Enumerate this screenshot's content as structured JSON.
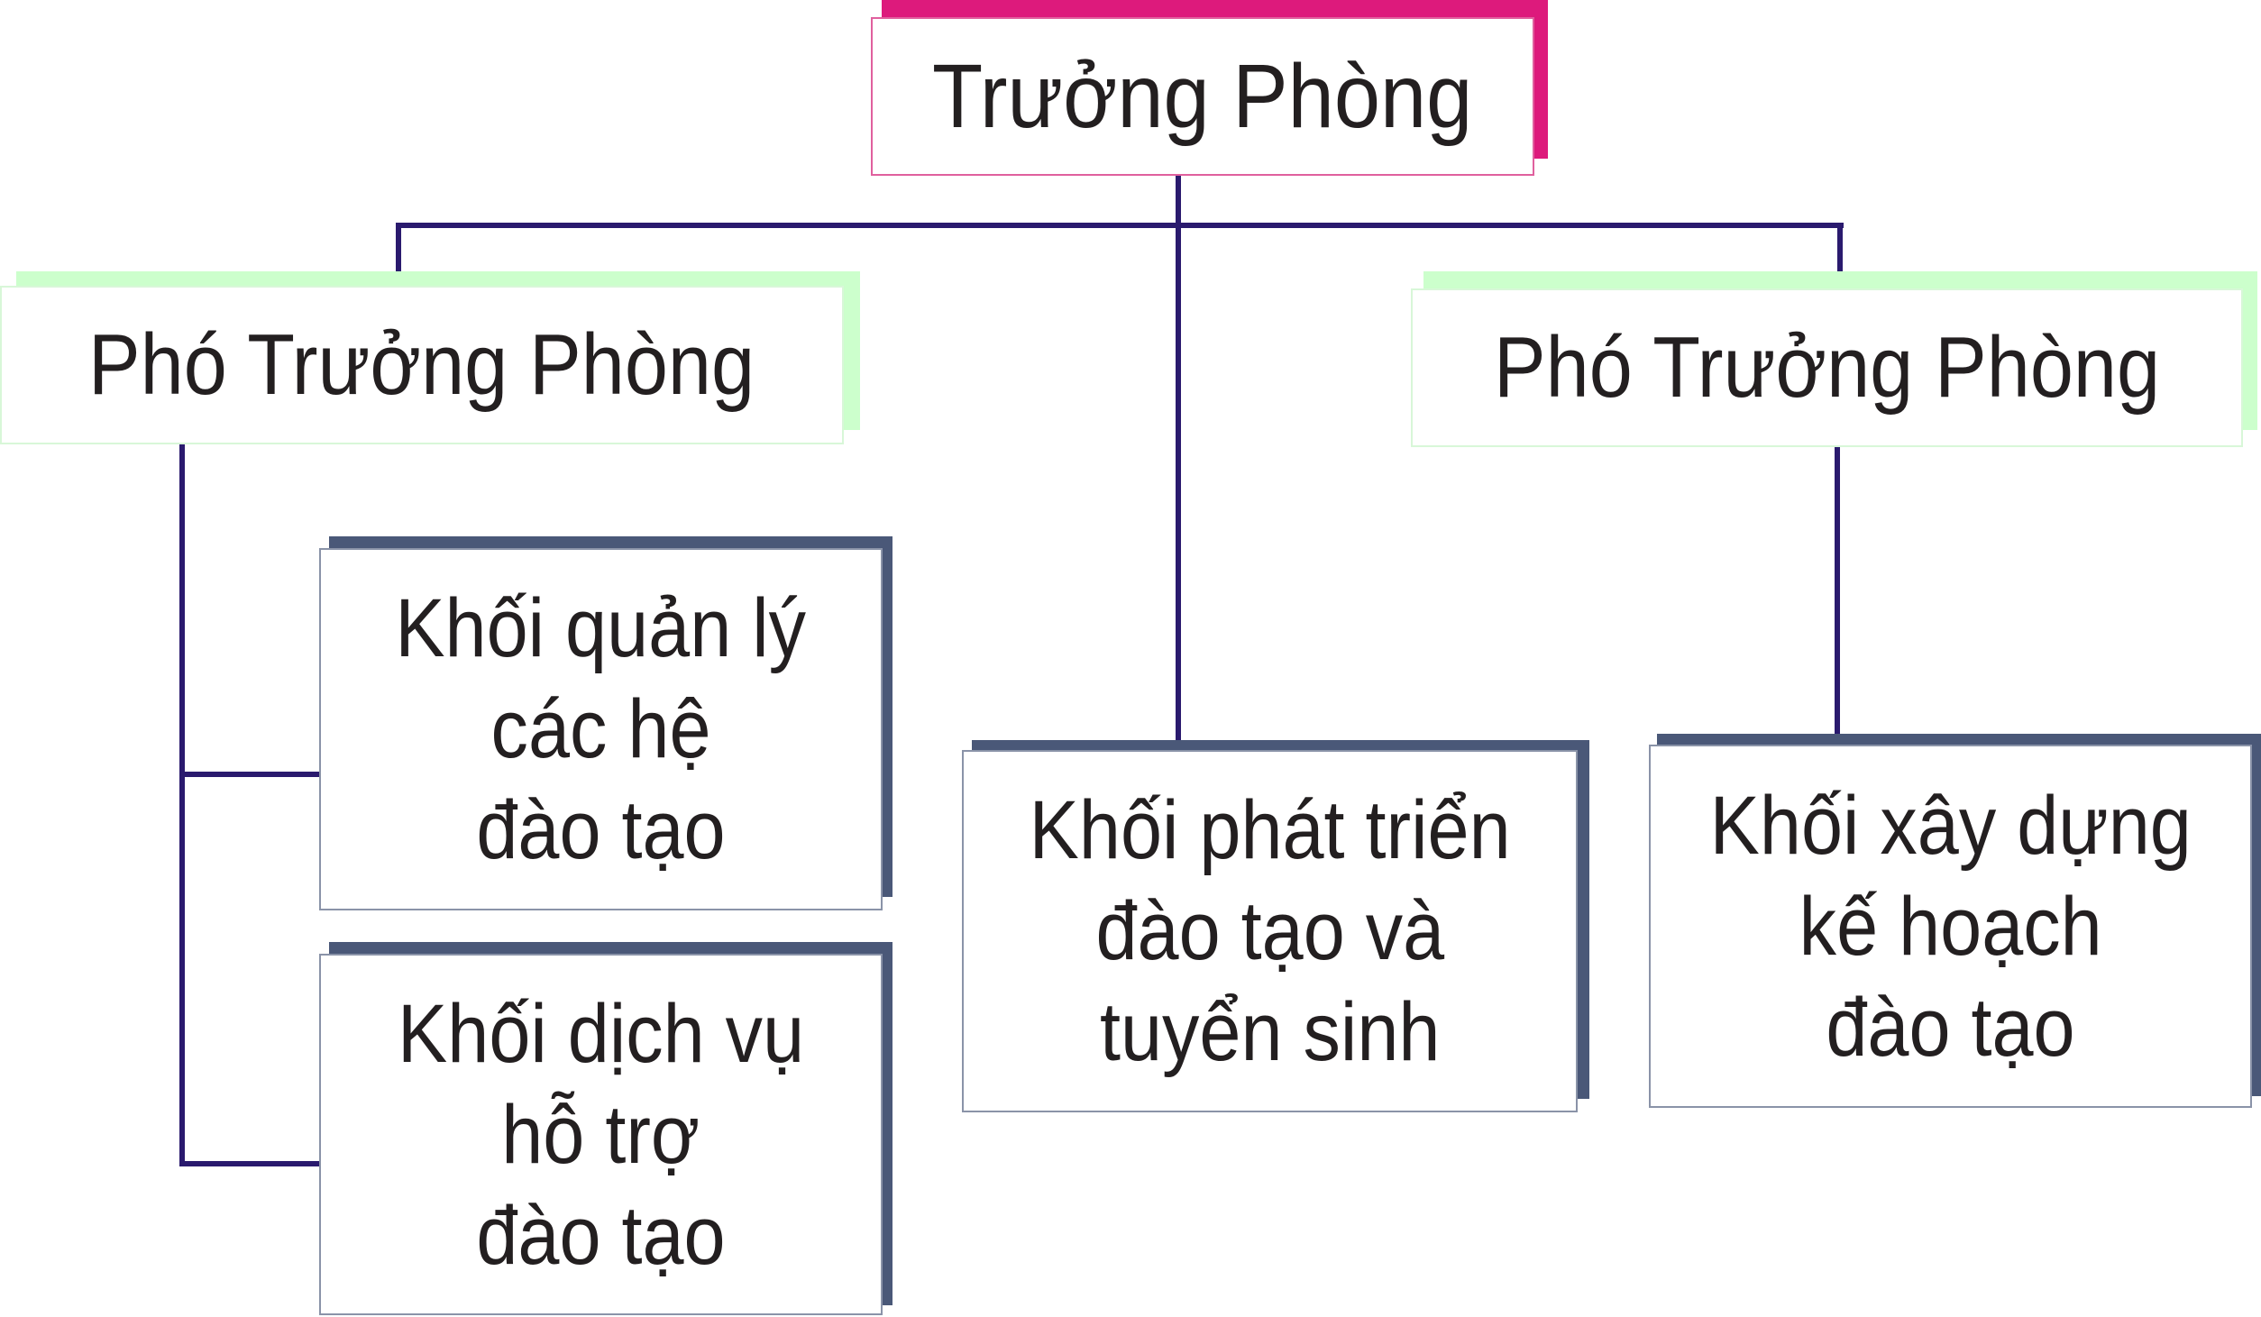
{
  "colors": {
    "head_shadow": "#DD1A7C",
    "deputy_shadow": "#CCFFCC",
    "unit_shadow": "#4A5878",
    "connector": "#2A1A6E",
    "text": "#231F20"
  },
  "org_chart": {
    "head": {
      "label": "Trưởng Phòng"
    },
    "deputies": [
      {
        "label": "Phó Trưởng Phòng",
        "position": "left"
      },
      {
        "label": "Phó Trưởng Phòng",
        "position": "right"
      }
    ],
    "units": [
      {
        "lines": [
          "Khối quản lý",
          "các hệ",
          "đào tạo"
        ],
        "reports_to": "left deputy"
      },
      {
        "lines": [
          "Khối dịch vụ",
          "hỗ trợ",
          "đào tạo"
        ],
        "reports_to": "left deputy"
      },
      {
        "lines": [
          "Khối phát triển",
          "đào tạo và",
          "tuyển sinh"
        ],
        "reports_to": "head"
      },
      {
        "lines": [
          "Khối xây dựng",
          "kế hoạch",
          "đào tạo"
        ],
        "reports_to": "right deputy"
      }
    ]
  }
}
